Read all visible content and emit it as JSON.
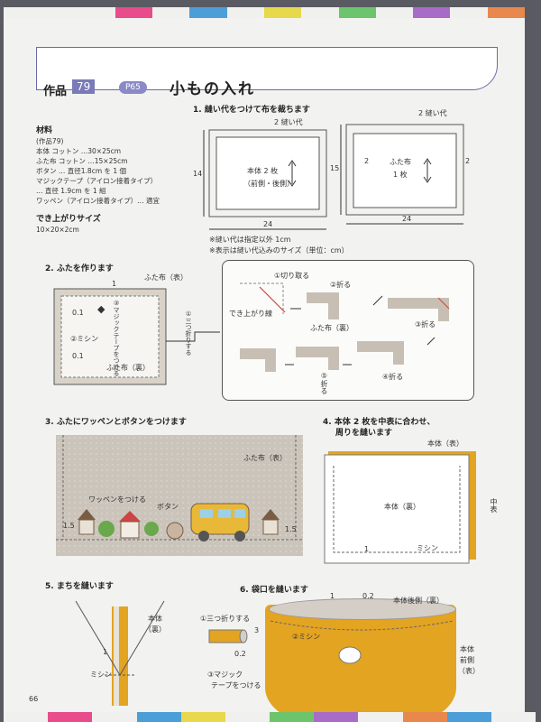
{
  "header": {
    "sakuhin": "作品",
    "number": "79",
    "page_ref": "P65",
    "title": "小もの入れ"
  },
  "materials": {
    "heading": "材料",
    "lines": [
      "(作品79)",
      "本体 コットン …30×25cm",
      "ふた布 コットン …15×25cm",
      "ボタン … 直径1.8cm を 1 個",
      "マジックテープ（アイロン接着タイプ）",
      "… 直径 1.9cm を 1 組",
      "ワッペン（アイロン接着タイプ）… 適宜"
    ],
    "finish_heading": "でき上がりサイズ",
    "finish_size": "10×20×2cm"
  },
  "step1": {
    "title": "1. 縫い代をつけて布を裁ちます",
    "left": {
      "seam": "2 縫い代",
      "label1": "本体 2 枚",
      "label2": "（前側・後側）",
      "height": "14",
      "width": "24"
    },
    "right": {
      "seam": "2 縫い代",
      "label1": "ふた布",
      "label2": "1 枚",
      "height": "15",
      "side_left": "2",
      "side_right": "2",
      "width": "24"
    },
    "note1": "※縫い代は指定以外 1cm",
    "note2": "※表示は縫い代込みのサイズ（単位：cm）"
  },
  "step2": {
    "title": "2. ふたを作ります",
    "futanuno_omote": "ふた布（表）",
    "futanuno_ura": "ふた布（裏）",
    "one": "1",
    "d01a": "0.1",
    "d01b": "0.1",
    "mishin": "②ミシン",
    "magic": "③マジックテープをつける",
    "mitsuori": "①三つ折りする",
    "box": {
      "cut": "①切り取る",
      "ori2": "②折る",
      "line": "でき上がり線",
      "ura": "ふた布（裏）",
      "ori3": "③折る",
      "ori4": "④折る",
      "ori5": "⑤折る"
    }
  },
  "step3": {
    "title": "3. ふたにワッペンとボタンをつけます",
    "futanuno": "ふた布（表）",
    "wappen": "ワッペンをつける",
    "button": "ボタン",
    "m1": "1.5",
    "m2": "1.5"
  },
  "step4": {
    "title1": "4. 本体 2 枚を中表に合わせ、",
    "title2": "周りを縫います",
    "hontai_omote": "本体（表）",
    "hontai_ura": "本体（裏）",
    "nakaomote": "中表",
    "one": "1",
    "mishin": "ミシン"
  },
  "step5": {
    "title": "5. まちを縫います",
    "hontai": "本体",
    "ura": "（裏）",
    "one": "1",
    "mishin": "ミシン"
  },
  "step6": {
    "title": "6. 袋口を縫います",
    "one": "1",
    "two": "0.2",
    "back": "本体後側（裏）",
    "mitsuori": "①三つ折りする",
    "mishin": "②ミシン",
    "magic1": "③マジック",
    "magic2": "テープをつける",
    "front1": "本体",
    "front2": "前側",
    "front3": "（表）",
    "d02": "0.2",
    "three": "3"
  },
  "footer": {
    "page": "66"
  },
  "colors": {
    "accent": "#7a7ab8",
    "bag": "#e3a422",
    "fabric": "#cbc4bb"
  }
}
